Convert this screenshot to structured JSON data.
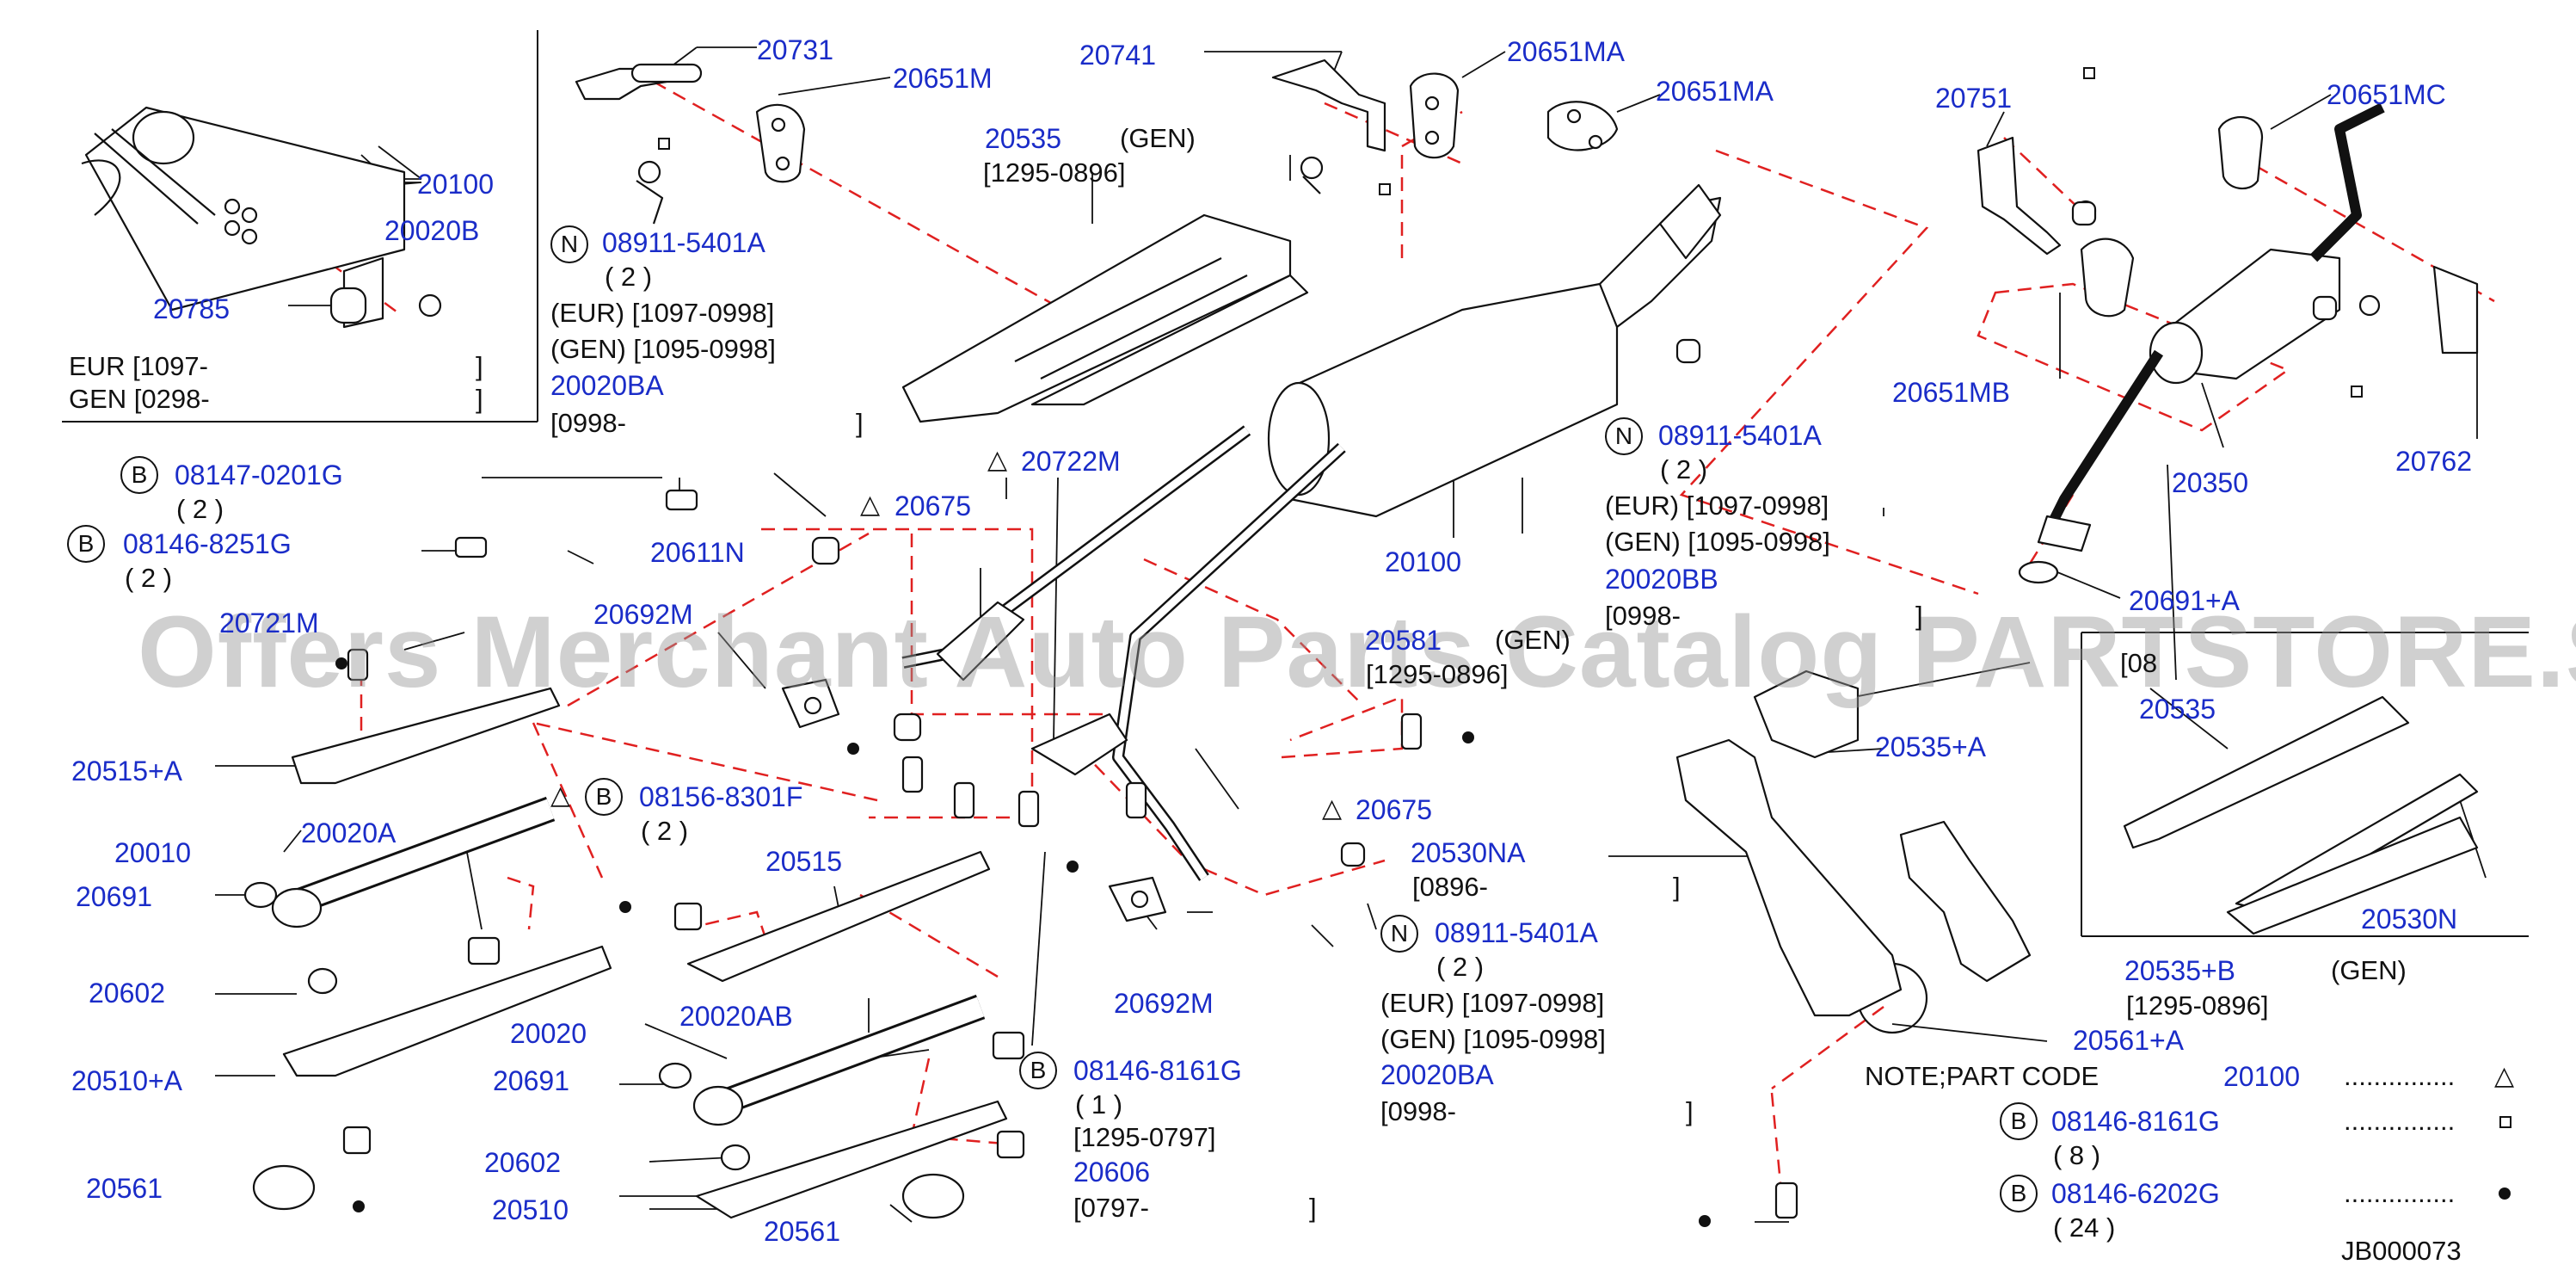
{
  "diagram": {
    "part_numbers": {
      "p20731": "20731",
      "p20651M": "20651M",
      "p20741": "20741",
      "p20651MA_1": "20651MA",
      "p20651MA_2": "20651MA",
      "p20751": "20751",
      "p20651MC": "20651MC",
      "p20100_inset": "20100",
      "p20020B": "20020B",
      "p20785": "20785",
      "p20535_top": "20535",
      "p20020BA_1": "20020BA",
      "p20100_main": "20100",
      "p20020BB": "20020BB",
      "p20651MB": "20651MB",
      "p20350": "20350",
      "p20762": "20762",
      "p20691A": "20691+A",
      "p20611N": "20611N",
      "p20722M": "20722M",
      "p20675_1": "20675",
      "p20721M": "20721M",
      "p20692M_1": "20692M",
      "p20515A": "20515+A",
      "p20581": "20581",
      "p20535_inset": "20535",
      "p20535A": "20535+A",
      "p20530N": "20530N",
      "p20010": "20010",
      "p20020A": "20020A",
      "p20691_1": "20691",
      "p20602_1": "20602",
      "p20510A": "20510+A",
      "p20515": "20515",
      "p20675_2": "20675",
      "p20530NA": "20530NA",
      "p20692M_2": "20692M",
      "p20535B": "20535+B",
      "p20561A": "20561+A",
      "p20020": "20020",
      "p20020AB": "20020AB",
      "p20691_2": "20691",
      "p20602_2": "20602",
      "p20510": "20510",
      "p20561_1": "20561",
      "p20561_2": "20561",
      "p20606": "20606",
      "p20020BA_2": "20020BA",
      "p20100_note": "20100"
    },
    "fasteners": {
      "f08911_1": "08911-5401A",
      "f08911_2": "08911-5401A",
      "f08911_3": "08911-5401A",
      "f08147": "08147-0201G",
      "f08146_8251": "08146-8251G",
      "f08156": "08156-8301F",
      "f08146_8161": "08146-8161G",
      "f08146_8161_note": "08146-8161G",
      "f08146_6202_note": "08146-6202G"
    },
    "marks": {
      "N": "N",
      "B": "B",
      "triangle": "△"
    },
    "quantities": {
      "q2": "( 2 )",
      "q1": "( 1 )",
      "q8": "( 8 )",
      "q24": "( 24 )"
    },
    "texts": {
      "inset_eur": "EUR   [1097-",
      "inset_gen": "GEN   [0298-",
      "bracket_close": "]",
      "eur_1097_0998": "(EUR)     [1097-0998]",
      "gen_1095_0998": "(GEN)     [1095-0998]",
      "r0998": "[0998-",
      "gen_tag": "(GEN)",
      "r1295_0896": "[1295-0896]",
      "r0896": "[0896-",
      "r1295_0797": "[1295-0797]",
      "r0797": "[0797-",
      "r1295_0896_frag": "[1295-0896]",
      "r08_frag": "[08",
      "note_label": "NOTE;PART   CODE",
      "leader_dots": "...............",
      "diagram_code": "JB000073"
    },
    "watermark": "Offers Merchant Auto Parts Catalog PARTSTORE.SA"
  },
  "colors": {
    "part_label": "#1a2cc8",
    "line": "#111111",
    "dashed": "#e02020",
    "watermark": "#969696"
  }
}
